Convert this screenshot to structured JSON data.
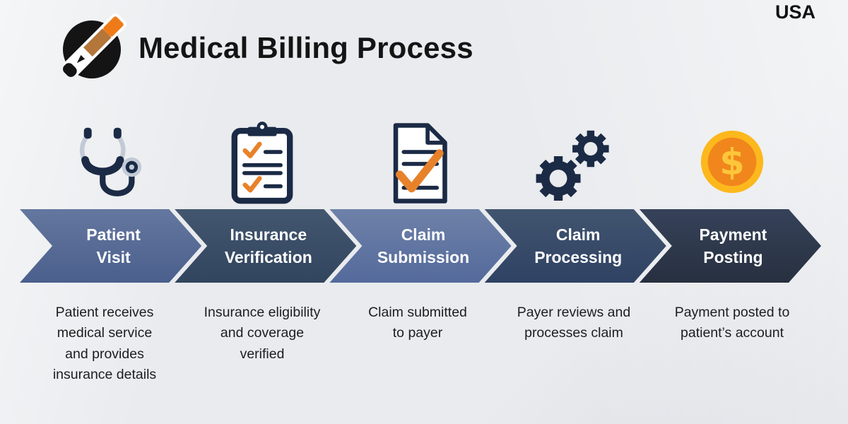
{
  "header": {
    "title": "Medical Billing Process",
    "country": "USA",
    "logo_icon": "pen-circle-logo"
  },
  "icons": {
    "coin_dollar_glyph": "$"
  },
  "colors": {
    "background": "#e9ebee",
    "navy_icon": "#1b2a45",
    "orange_accent": "#e8822a",
    "tube_gray": "#c3cad6",
    "coin_gold": "#fcb81c",
    "coin_orange": "#f1861d",
    "coin_symbol": "#fdc63a",
    "text_dark": "#1d1d1f",
    "chevron_text": "#ffffff"
  },
  "steps": [
    {
      "title": "Patient\nVisit",
      "description": "Patient receives\nmedical service\nand provides\ninsurance details",
      "icon": "stethoscope-icon",
      "color_top": "#64779f",
      "color_bottom": "#4a5f8c"
    },
    {
      "title": "Insurance\nVerification",
      "description": "Insurance eligibility\nand coverage\nverified",
      "icon": "clipboard-checklist-icon",
      "color_top": "#43566f",
      "color_bottom": "#32455e"
    },
    {
      "title": "Claim\nSubmission",
      "description": "Claim submitted\nto payer",
      "icon": "document-check-icon",
      "color_top": "#6e81a8",
      "color_bottom": "#546a9b"
    },
    {
      "title": "Claim\nProcessing",
      "description": "Payer reviews and\nprocesses claim",
      "icon": "gears-icon",
      "color_top": "#41546f",
      "color_bottom": "#2f4263"
    },
    {
      "title": "Payment\nPosting",
      "description": "Payment posted to\npatient’s account",
      "icon": "coin-dollar-icon",
      "color_top": "#36425a",
      "color_bottom": "#27303f"
    }
  ]
}
